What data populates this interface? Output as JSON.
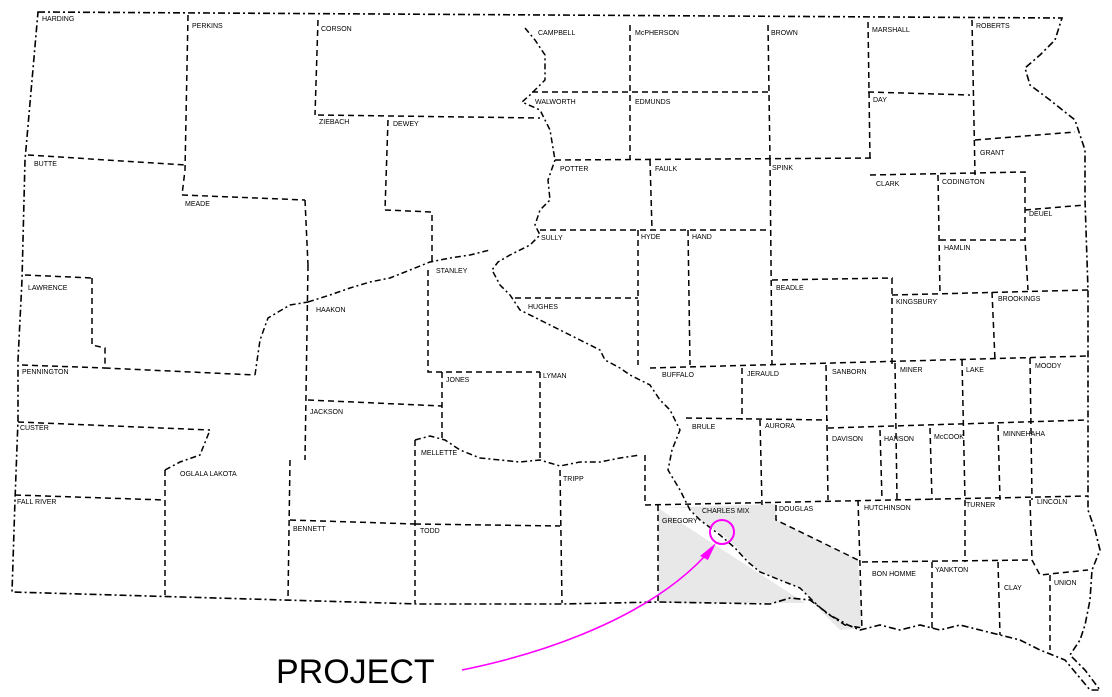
{
  "map": {
    "highlight_color": "#e8e8e8",
    "marker_color": "#ff00ff",
    "pointer_label": "PROJECT",
    "counties": [
      "HARDING",
      "PERKINS",
      "CORSON",
      "CAMPBELL",
      "McPHERSON",
      "BROWN",
      "MARSHALL",
      "ROBERTS",
      "WALWORTH",
      "EDMUNDS",
      "DAY",
      "ZIEBACH",
      "DEWEY",
      "BUTTE",
      "POTTER",
      "FAULK",
      "SPINK",
      "GRANT",
      "CLARK",
      "CODINGTON",
      "MEADE",
      "DEUEL",
      "SULLY",
      "HYDE",
      "HAND",
      "HAMLIN",
      "STANLEY",
      "LAWRENCE",
      "HUGHES",
      "BEADLE",
      "KINGSBURY",
      "BROOKINGS",
      "HAAKON",
      "PENNINGTON",
      "JONES",
      "LYMAN",
      "BUFFALO",
      "JERAULD",
      "SANBORN",
      "MINER",
      "LAKE",
      "MOODY",
      "JACKSON",
      "CUSTER",
      "BRULE",
      "AURORA",
      "DAVISON",
      "HANSON",
      "McCOOK",
      "MINNEHAHA",
      "MELLETTE",
      "OGLALA LAKOTA",
      "TRIPP",
      "FALL RIVER",
      "CHARLES MIX",
      "DOUGLAS",
      "HUTCHINSON",
      "TURNER",
      "LINCOLN",
      "GREGORY",
      "BENNETT",
      "TODD",
      "BON HOMME",
      "YANKTON",
      "CLAY",
      "UNION"
    ]
  }
}
